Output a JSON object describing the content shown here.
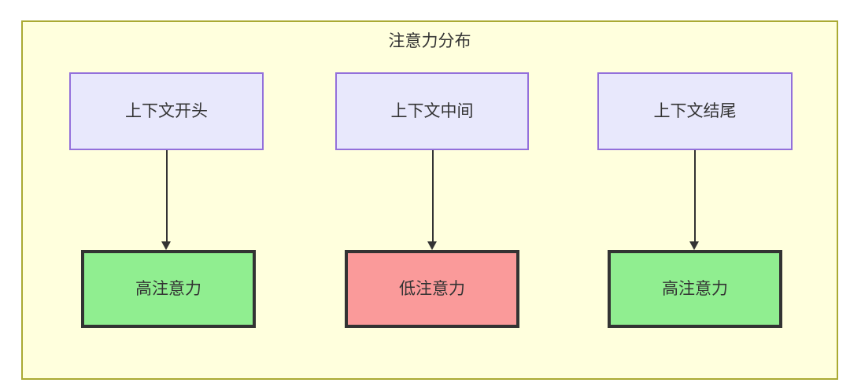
{
  "diagram": {
    "type": "flowchart",
    "title": "注意力分布",
    "container": {
      "fill": "#ffffdd",
      "stroke": "#aaaa33"
    },
    "source_nodes": [
      {
        "id": "ctx-start",
        "label": "上下文开头",
        "fill": "#e8e8fc",
        "stroke": "#9370db"
      },
      {
        "id": "ctx-middle",
        "label": "上下文中间",
        "fill": "#e8e8fc",
        "stroke": "#9370db"
      },
      {
        "id": "ctx-end",
        "label": "上下文结尾",
        "fill": "#e8e8fc",
        "stroke": "#9370db"
      }
    ],
    "result_nodes": [
      {
        "id": "attn-high-start",
        "label": "高注意力",
        "fill": "#90ee90",
        "stroke": "#333333",
        "level": "high"
      },
      {
        "id": "attn-low-middle",
        "label": "低注意力",
        "fill": "#fa9a9a",
        "stroke": "#333333",
        "level": "low"
      },
      {
        "id": "attn-high-end",
        "label": "高注意力",
        "fill": "#90ee90",
        "stroke": "#333333",
        "level": "high"
      }
    ],
    "edges": [
      {
        "from": "上下文开头",
        "to": "高注意力"
      },
      {
        "from": "上下文中间",
        "to": "低注意力"
      },
      {
        "from": "上下文结尾",
        "to": "高注意力"
      }
    ]
  }
}
